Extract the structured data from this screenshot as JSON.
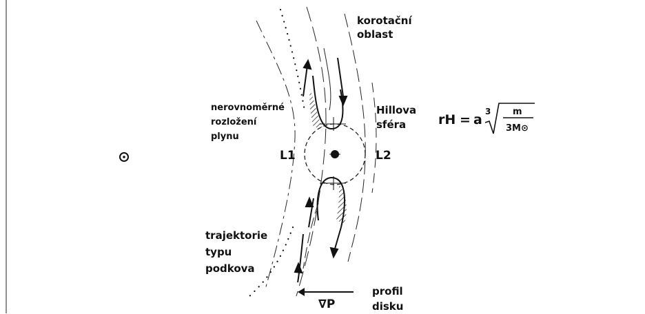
{
  "labels": {
    "corotation": "korotační oblast",
    "uneven_gas": "nerovnoměrné rozložení plynu",
    "hill_sphere": "Hillova sféra",
    "l1": "L1",
    "l2": "L2",
    "horseshoe": "trajektorie typu podkova",
    "pressure_gradient": "∇P",
    "disk_profile": "profil disku",
    "sun_symbol": "⊙"
  },
  "formula": {
    "lhs": "rH",
    "equals": "=",
    "a": "a",
    "root_index": "3",
    "numerator": "m",
    "denominator": "3M⊙"
  }
}
